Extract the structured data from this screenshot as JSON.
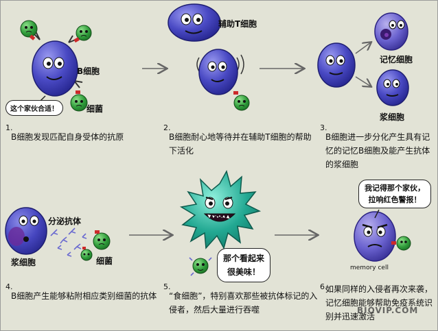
{
  "steps": [
    {
      "num": "1.",
      "caption": "B细胞发现匹配自身受体的抗原"
    },
    {
      "num": "2.",
      "caption": "B细胞耐心地等待并在辅助T细胞的帮助下活化"
    },
    {
      "num": "3.",
      "caption": "B细胞进一步分化产生具有记忆的记忆B细胞及能产生抗体的浆细胞"
    },
    {
      "num": "4.",
      "caption": "B细胞产生能够粘附相应类别细菌的抗体"
    },
    {
      "num": "5.",
      "caption": "“食细胞”，特别喜欢那些被抗体标记的入侵者，然后大量进行吞噬"
    },
    {
      "num": "6.",
      "caption": "如果同样的入侵者再次来袭，记忆细胞能够帮助免疫系统识别并迅速激活"
    }
  ],
  "labels": {
    "b_cell": "B细胞",
    "bacteria_1": "细菌",
    "helper_t": "辅助T细胞",
    "memory_b": "记忆细胞",
    "plasma_3": "浆细胞",
    "secrete_antibody": "分泌抗体",
    "plasma_4": "浆细胞",
    "bacteria_4": "细菌",
    "memory_cell_en": "memory cell"
  },
  "bubbles": {
    "step1": "这个家伙合适！",
    "step5_line1": "那个看起来",
    "step5_line2": "很美味！",
    "step6_line1": "我记得那个家伙，",
    "step6_line2": "拉响红色警报！"
  },
  "watermark": "BIOVIP.COM",
  "colors": {
    "b_cell": "#4a4ac4",
    "bacteria": "#2f9c3a",
    "receptor": "#cc2a2a",
    "phagocyte": "#1fa58f",
    "background": "#e2e3d6"
  }
}
